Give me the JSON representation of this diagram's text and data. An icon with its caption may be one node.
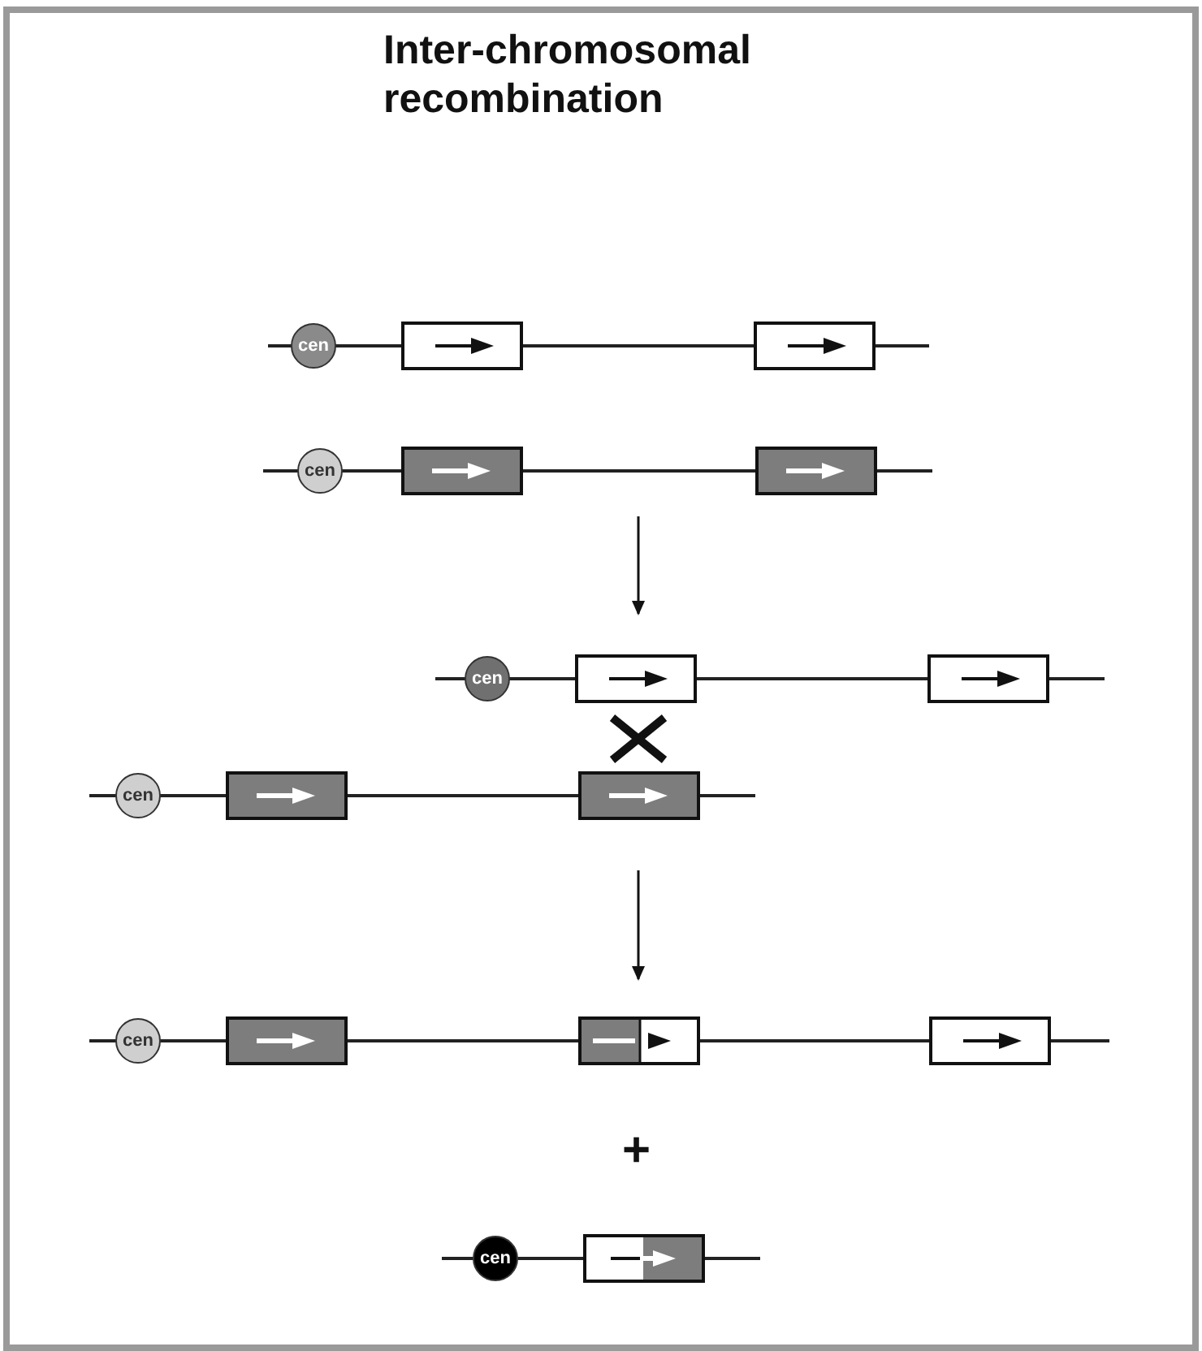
{
  "diagram": {
    "title": "Inter-chromosomal recombination",
    "nodes": [
      {
        "text": [
          "cen"
        ]
      },
      {
        "text": [
          "cen"
        ]
      },
      {
        "text": [
          "cen"
        ]
      },
      {
        "text": [
          "cen"
        ]
      },
      {
        "text": [
          "cen"
        ]
      },
      {
        "text": [
          "cen"
        ]
      }
    ],
    "edges": [],
    "labels": [
      "+"
    ]
  }
}
